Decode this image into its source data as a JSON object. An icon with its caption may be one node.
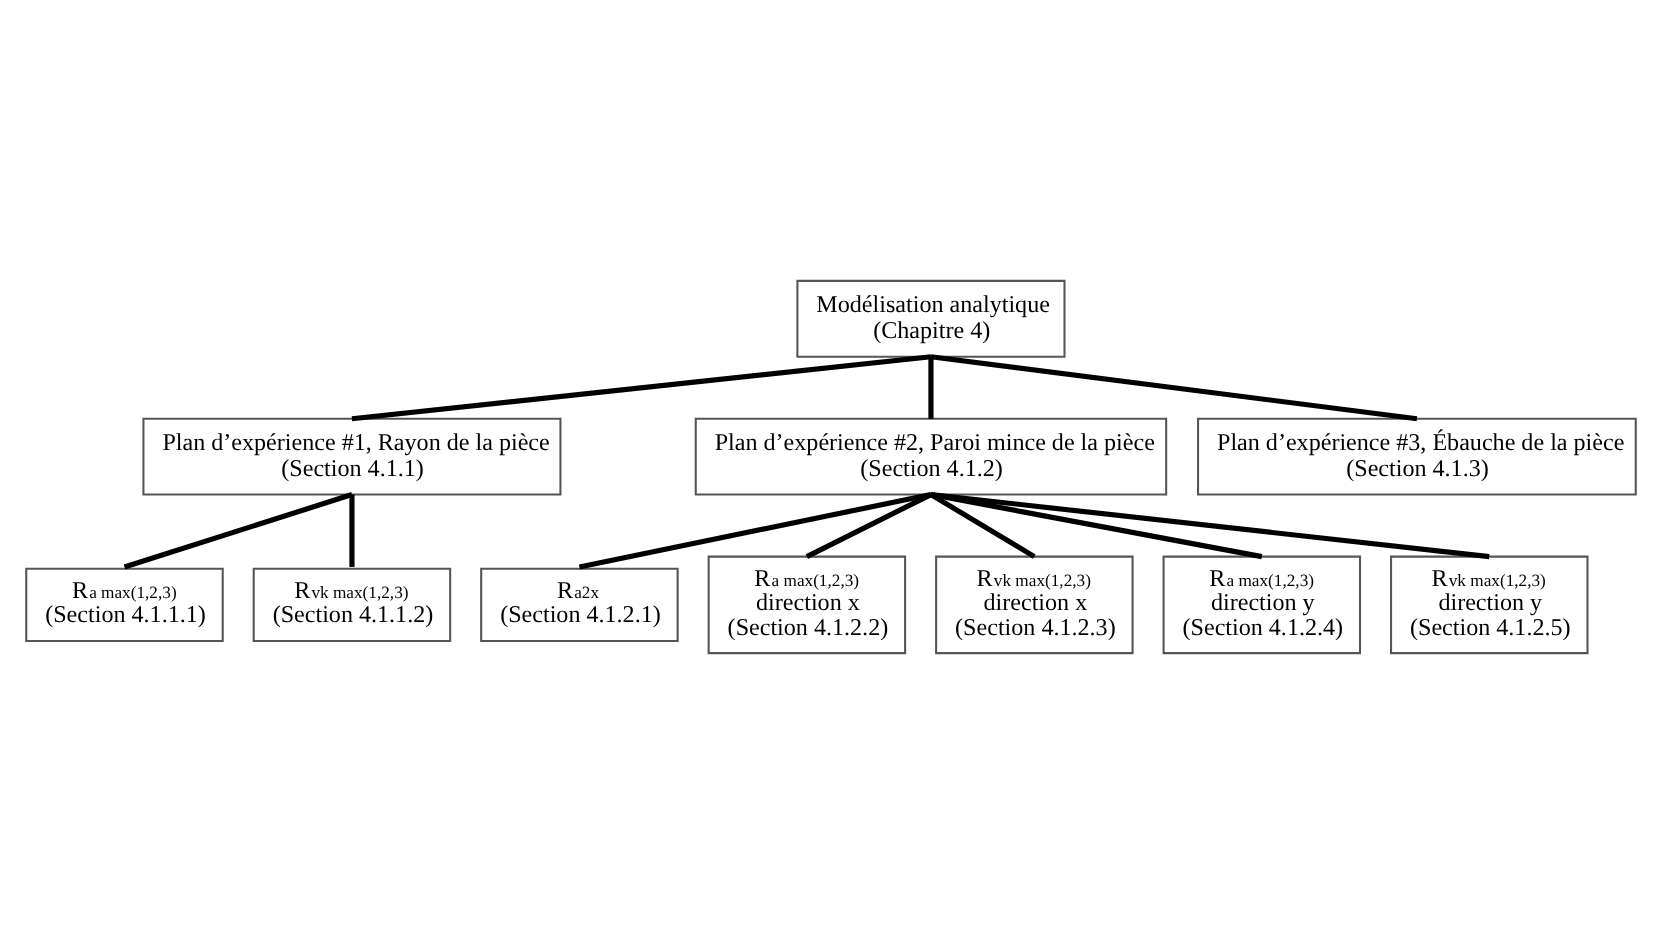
{
  "diagram": {
    "nodes": [
      {
        "text": [
          "Modélisation analytique",
          "(Chapitre 4)"
        ]
      },
      {
        "text": [
          "Plan d’expérience #1, Rayon de la pièce",
          "(Section 4.1.1)"
        ]
      },
      {
        "text": [
          "Plan d’expérience #2, Paroi mince de la pièce",
          "(Section 4.1.2)"
        ]
      },
      {
        "text": [
          "Plan d’expérience #3, Ébauche de la pièce",
          "(Section 4.1.3)"
        ]
      },
      {
        "text": [
          "R$_{a max(1,2,3)}$",
          "(Section 4.1.1.1)"
        ]
      },
      {
        "text": [
          "R$_{vk max(1,2,3)}$",
          "(Section 4.1.1.2)"
        ]
      },
      {
        "text": [
          "R$_{a2x}$",
          "(Section 4.1.2.1)"
        ]
      },
      {
        "text": [
          "R$_{a max(1,2,3)}$",
          "direction x",
          "(Section 4.1.2.2)"
        ]
      },
      {
        "text": [
          "R$_{vk max(1,2,3)}$",
          "direction x",
          "(Section 4.1.2.3)"
        ]
      },
      {
        "text": [
          "R$_{a max(1,2,3)}$",
          "direction y",
          "(Section 4.1.2.4)"
        ]
      },
      {
        "text": [
          "R$_{vk max(1,2,3)}$",
          "direction y",
          "(Section 4.1.2.5)"
        ]
      }
    ],
    "edges": [
      {
        "from": 0,
        "to": 1,
        "arrow": "none"
      },
      {
        "from": 0,
        "to": 2,
        "arrow": "none"
      },
      {
        "from": 0,
        "to": 3,
        "arrow": "none"
      },
      {
        "from": 1,
        "to": 4,
        "arrow": "none"
      },
      {
        "from": 1,
        "to": 5,
        "arrow": "none"
      },
      {
        "from": 2,
        "to": 6,
        "arrow": "none"
      },
      {
        "from": 2,
        "to": 7,
        "arrow": "none"
      },
      {
        "from": 2,
        "to": 8,
        "arrow": "none"
      },
      {
        "from": 2,
        "to": 9,
        "arrow": "none"
      },
      {
        "from": 2,
        "to": 10,
        "arrow": "none"
      }
    ]
  }
}
